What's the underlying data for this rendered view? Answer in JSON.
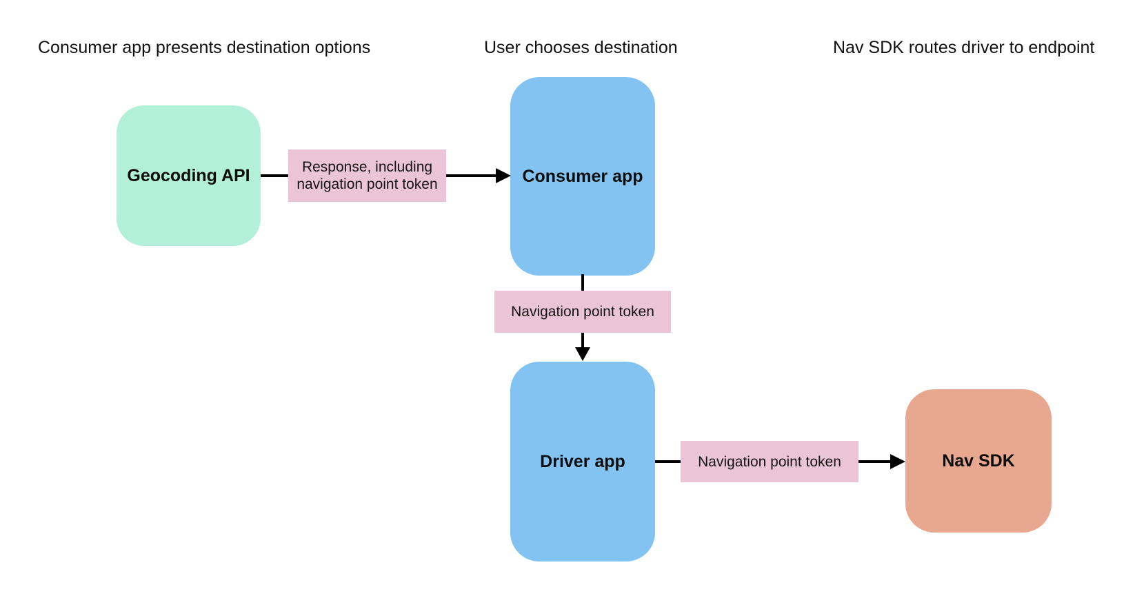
{
  "diagram": {
    "background": "#ffffff",
    "arrow_color": "#000000",
    "headings": [
      {
        "text": "Consumer app presents destination options"
      },
      {
        "text": "User chooses destination"
      },
      {
        "text": "Nav SDK routes driver to endpoint"
      }
    ],
    "nodes": {
      "geocoding_api": {
        "label": "Geocoding API",
        "color": "#b2f0d9"
      },
      "consumer_app": {
        "label": "Consumer app",
        "color": "#82c3f2"
      },
      "driver_app": {
        "label": "Driver app",
        "color": "#82c3f2"
      },
      "nav_sdk": {
        "label": "Nav SDK",
        "color": "#e8a88f"
      }
    },
    "edge_labels": [
      {
        "text": "Response, including navigation point token",
        "color": "#ecc4d8"
      },
      {
        "text": "Navigation point token",
        "color": "#ecc4d8"
      },
      {
        "text": "Navigation point token",
        "color": "#ecc4d8"
      }
    ],
    "edges": [
      {
        "from": "geocoding_api",
        "to": "consumer_app",
        "label_index": 0,
        "direction": "right"
      },
      {
        "from": "consumer_app",
        "to": "driver_app",
        "label_index": 1,
        "direction": "down"
      },
      {
        "from": "driver_app",
        "to": "nav_sdk",
        "label_index": 2,
        "direction": "right"
      }
    ]
  }
}
